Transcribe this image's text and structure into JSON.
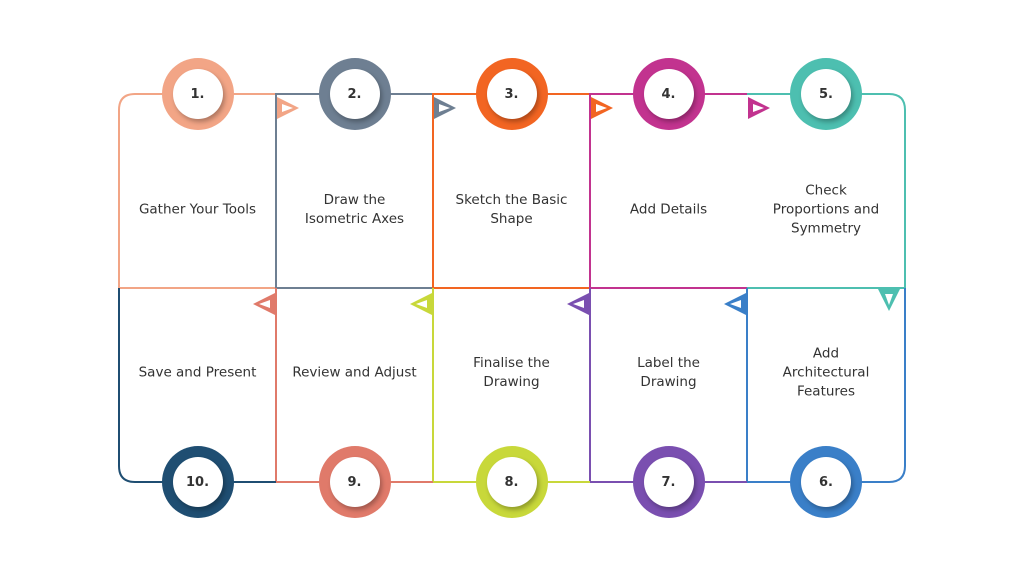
{
  "steps": [
    {
      "number": "1.",
      "label": "Gather Your Tools",
      "color": "#F2A586"
    },
    {
      "number": "2.",
      "label": "Draw the\nIsometric Axes",
      "color": "#6E7F92"
    },
    {
      "number": "3.",
      "label": "Sketch the Basic\nShape",
      "color": "#F26522"
    },
    {
      "number": "4.",
      "label": "Add Details",
      "color": "#C2338F"
    },
    {
      "number": "5.",
      "label": "Check\nProportions and\nSymmetry",
      "color": "#4DBFB0"
    },
    {
      "number": "6.",
      "label": "Add\nArchitectural\nFeatures",
      "color": "#3A7FC8"
    },
    {
      "number": "7.",
      "label": "Label the\nDrawing",
      "color": "#7A4FB0"
    },
    {
      "number": "8.",
      "label": "Finalise the\nDrawing",
      "color": "#C8D83A"
    },
    {
      "number": "9.",
      "label": "Review and Adjust",
      "color": "#E07A6A"
    },
    {
      "number": "10.",
      "label": "Save and Present",
      "color": "#1F4E72"
    }
  ]
}
